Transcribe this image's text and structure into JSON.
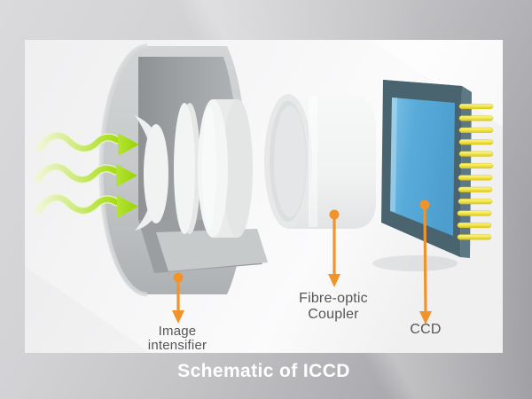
{
  "title": "Schematic of ICCD",
  "labels": {
    "intensifier_line1": "Image",
    "intensifier_line2": "intensifier",
    "coupler_line1": "Fibre-optic",
    "coupler_line2": "Coupler",
    "ccd": "CCD"
  },
  "illustration": {
    "incident_light_arrow_count": 3,
    "ccd_pin_count": 12
  },
  "icons": {
    "incident_light": "wavy-arrow-right-icon",
    "pointer": "down-pointer-arrow-icon"
  },
  "colors": {
    "pointer_orange": "#F0932B",
    "light_arrow_green": "#A4DD10",
    "ccd_screen_blue": "#58ABD9",
    "ccd_board_slate": "#4A646F",
    "pin_yellow": "#F2E24A",
    "label_text": "#555557",
    "title_text": "#FFFFFF",
    "panel_background": "#F5F5F6"
  }
}
